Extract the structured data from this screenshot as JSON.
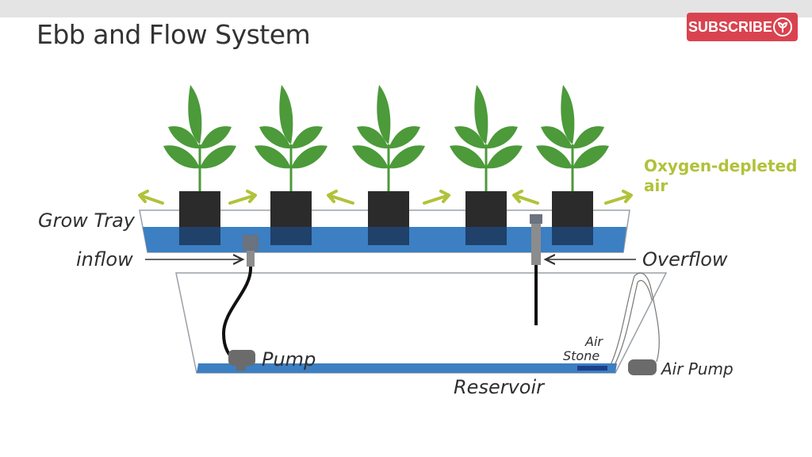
{
  "title": "Ebb and Flow System",
  "subscribe": {
    "label": "SUBSCRIBE",
    "icon": "plant-logo-icon",
    "color": "#d9434f"
  },
  "labels": {
    "oxygen_line1": "Oxygen-depleted",
    "oxygen_line2": "air",
    "grow_tray": "Grow Tray",
    "inflow": "inflow",
    "overflow": "Overflow",
    "pump": "Pump",
    "air_stone_line1": "Air",
    "air_stone_line2": "Stone",
    "air_pump": "Air Pump",
    "reservoir": "Reservoir"
  },
  "colors": {
    "water": "#3c7fc3",
    "plant": "#4c9a3a",
    "pot": "#2b2b2b",
    "arrow": "#b1c23a",
    "air_stone": "#1d3f8a"
  }
}
